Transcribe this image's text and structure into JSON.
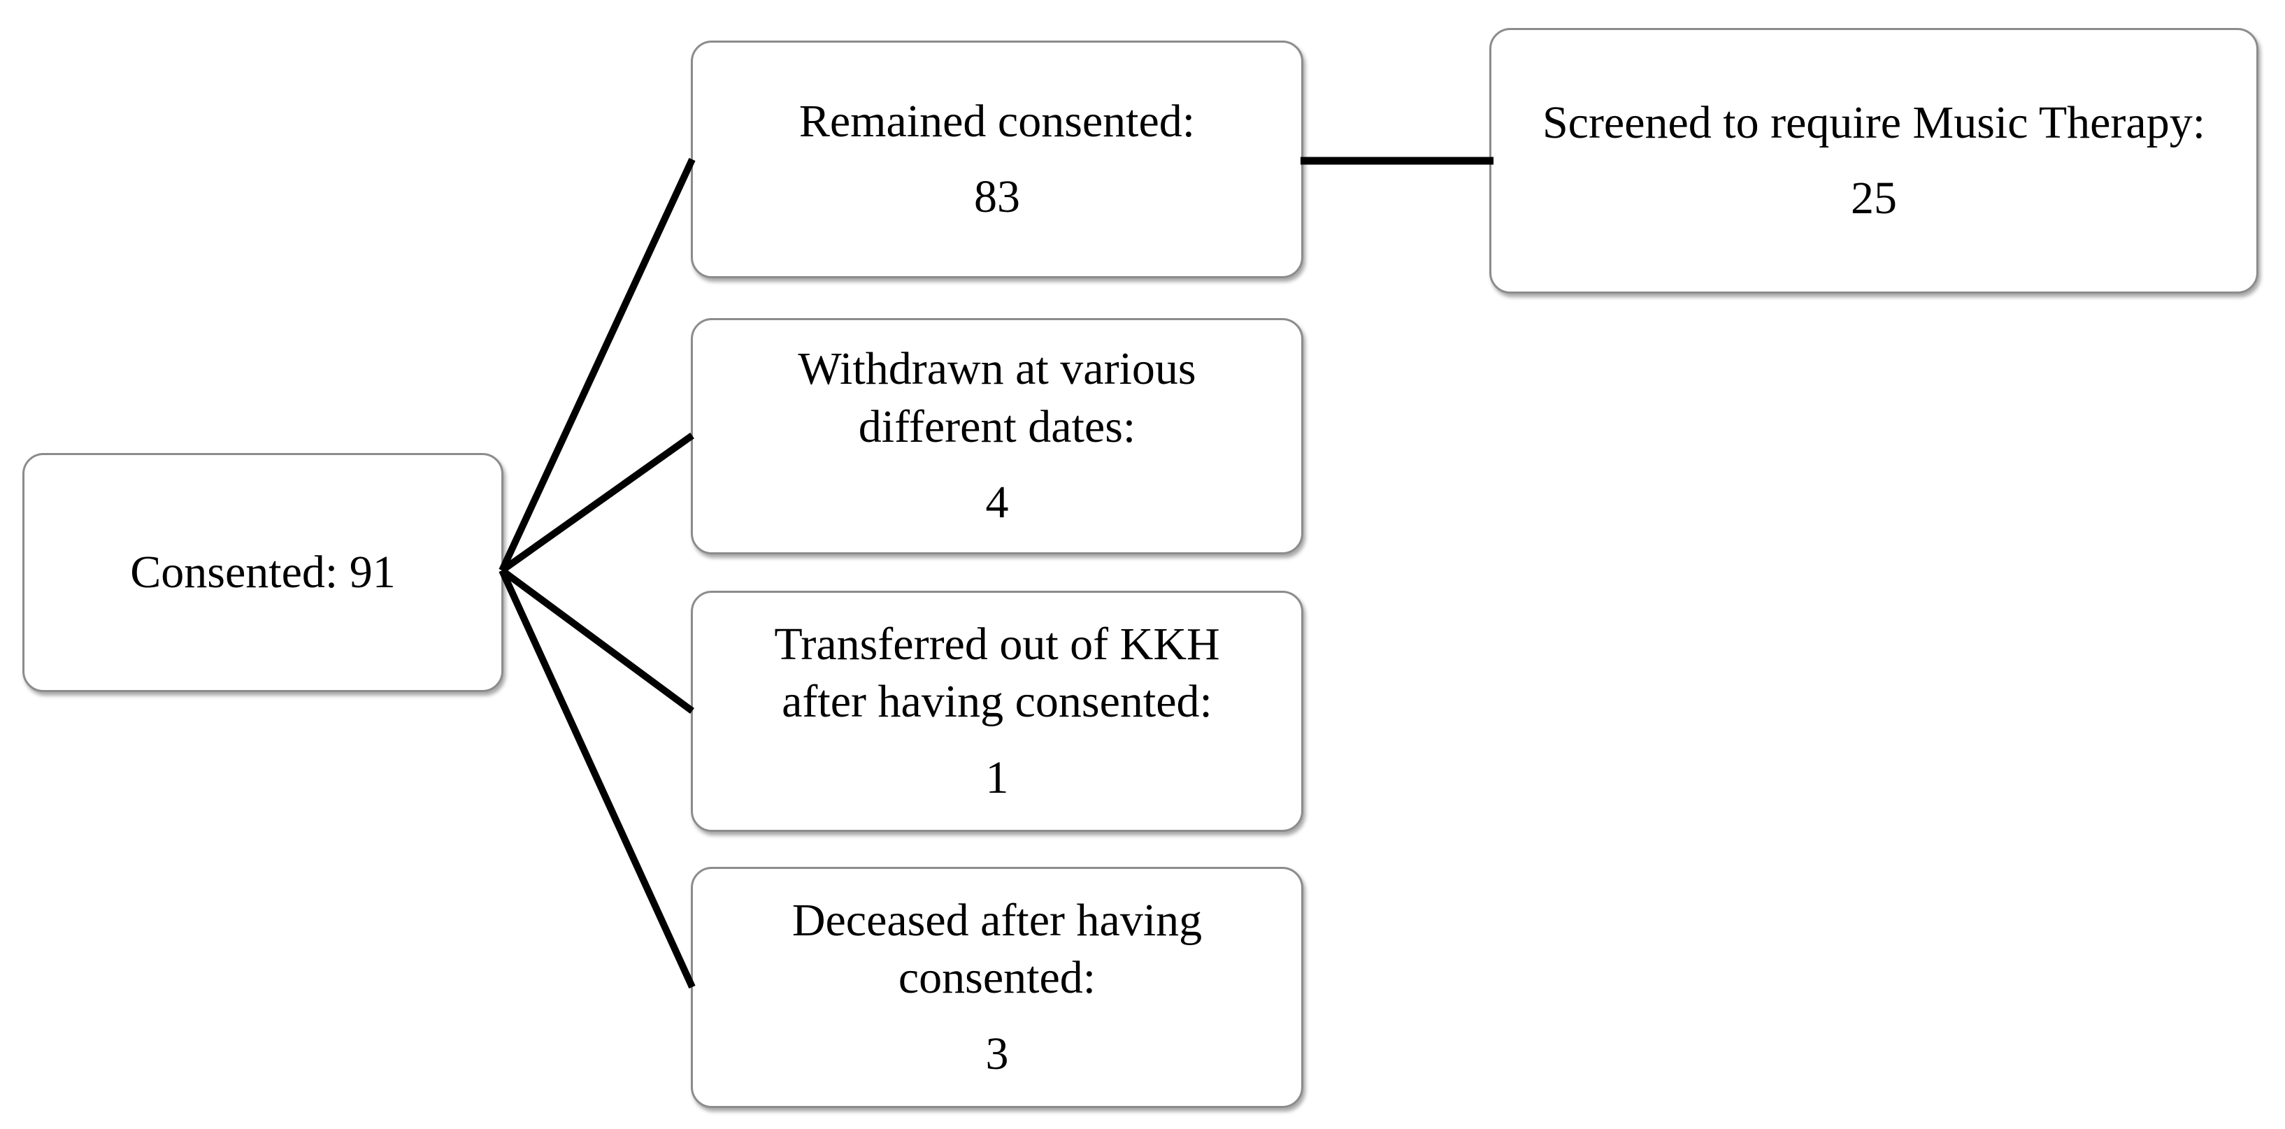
{
  "diagram": {
    "type": "flowchart",
    "nodes": {
      "consented": {
        "label": "Consented: 91"
      },
      "remained": {
        "label": "Remained consented:",
        "value": "83"
      },
      "withdrawn": {
        "label": "Withdrawn at various\ndifferent dates:",
        "value": "4"
      },
      "transferred": {
        "label": "Transferred out of KKH\nafter having consented:",
        "value": "1"
      },
      "deceased": {
        "label": "Deceased after having\nconsented:",
        "value": "3"
      },
      "screened": {
        "label": "Screened to require Music Therapy:",
        "value": "25"
      }
    },
    "edges": [
      {
        "from": "consented",
        "to": "remained"
      },
      {
        "from": "consented",
        "to": "withdrawn"
      },
      {
        "from": "consented",
        "to": "transferred"
      },
      {
        "from": "consented",
        "to": "deceased"
      },
      {
        "from": "remained",
        "to": "screened"
      }
    ],
    "colors": {
      "background": "#ffffff",
      "box_fill": "#ffffff",
      "box_border": "#8c8c8c",
      "line": "#000000",
      "text": "#000000"
    }
  }
}
